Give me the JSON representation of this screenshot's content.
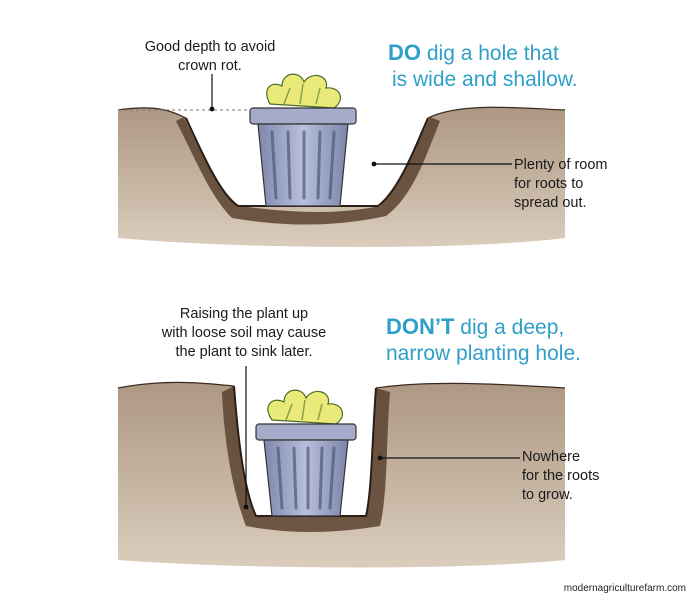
{
  "do_panel": {
    "headline_strong": "DO",
    "headline_line1": "dig a hole that",
    "headline_line2": "is wide and shallow.",
    "depth_note": "Good depth to avoid\ncrown rot.",
    "roots_note": "Plenty of room\nfor roots to\nspread out."
  },
  "dont_panel": {
    "headline_strong": "DON’T",
    "headline_line1": "dig a deep,",
    "headline_line2": "narrow planting hole.",
    "loose_soil_note": "Raising the plant up\nwith loose soil may cause\nthe plant to sink later.",
    "roots_note": "Nowhere\nfor the roots\nto grow."
  },
  "watermark": "modernagriculturefarm.com",
  "colors": {
    "headline": "#2e9fc9",
    "soil_light": "#c7b29f",
    "soil_dark": "#5b4230",
    "pot": "#9aa3c3",
    "leaf": "#e9ea7a"
  }
}
